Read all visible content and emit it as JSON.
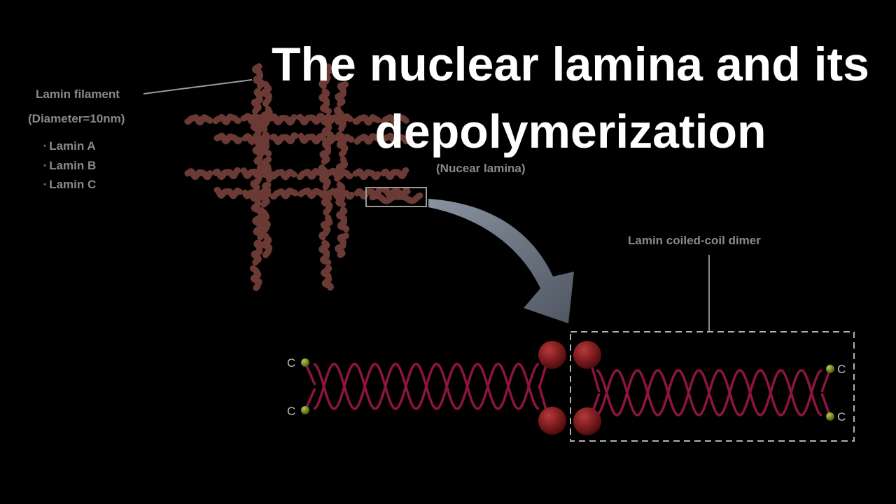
{
  "title": {
    "line1": "The nuclear lamina and its",
    "line2": "depolymerization"
  },
  "filament": {
    "label": "Lamin filament",
    "diameter": "(Diameter=10nm)",
    "types": [
      "Lamin A",
      "Lamin B",
      "Lamin C"
    ]
  },
  "lamina_caption": "(Nucear lamina)",
  "dimer_label": "Lamin coiled-coil dimer",
  "terminus_label": "C",
  "colors": {
    "background": "#000000",
    "filament": "#6b3a35",
    "helix": "#8c1540",
    "head": "#7a1a1c",
    "terminus": "#6a7d1f",
    "arrow": "#6f7885",
    "text_grey": "#8a8a8a",
    "bullet": "#2f7d35"
  }
}
